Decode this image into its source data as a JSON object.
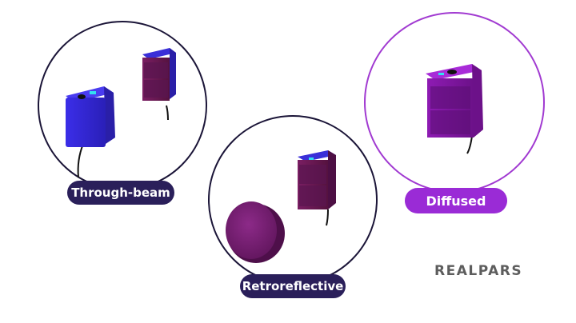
{
  "labels": {
    "through_beam": "Through-beam",
    "diffused": "Diffused",
    "retroreflective": "Retroreflective"
  },
  "brand": "REALPARS",
  "colors": {
    "label_dark": "#2a1f5a",
    "label_purple": "#9a2bd6",
    "sensor_blue": "#3f30e0",
    "sensor_maroon": "#6b1a5c",
    "sensor_purple": "#9b22c9",
    "reflector": "#7a1f78",
    "circle_dark": "#1b1538",
    "circle_purple": "#a13ad1"
  }
}
